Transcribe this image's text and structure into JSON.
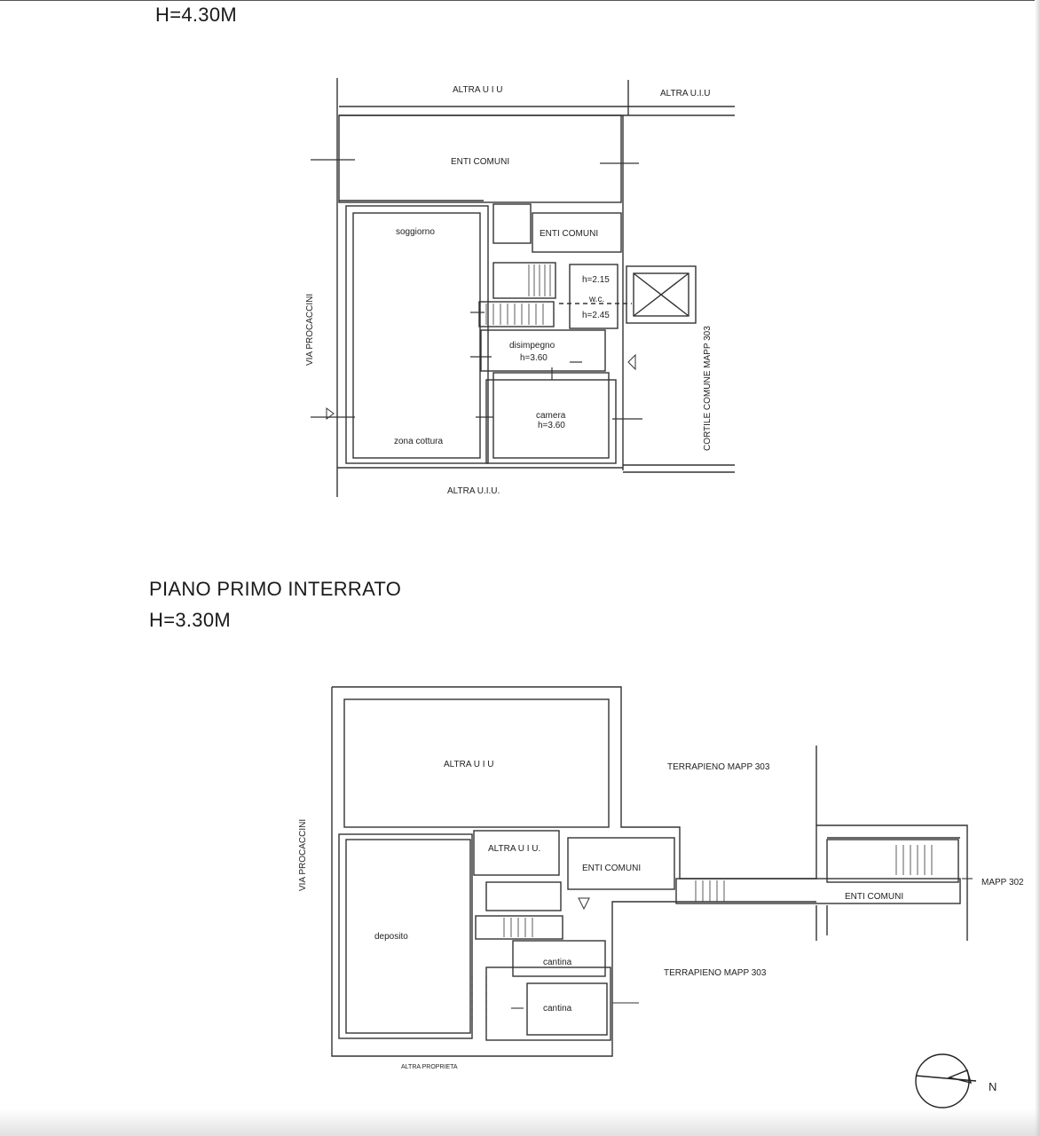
{
  "headings": {
    "upper_height": "H=4.30M",
    "basement_title": "PIANO PRIMO INTERRATO",
    "basement_height": "H=3.30M"
  },
  "ground_plan": {
    "altra_uiu_top": "ALTRA U I U",
    "altra_uiu_top_right": "ALTRA U.I.U",
    "enti_comuni_top": "ENTI COMUNI",
    "enti_comuni_mid": "ENTI COMUNI",
    "soggiorno": "soggiorno",
    "h_215": "h=2.15",
    "wc": "w.c.",
    "h_245": "h=2.45",
    "disimpegno": "disimpegno",
    "disimpegno_h": "h=3.60",
    "camera": "camera",
    "camera_h": "h=3.60",
    "zona_cottura": "zona cottura",
    "via": "VIA PROCACCINI",
    "cortile": "CORTILE COMUNE MAPP 303",
    "altra_uiu_bottom": "ALTRA U.I.U."
  },
  "basement_plan": {
    "altra_uiu_big": "ALTRA U I U",
    "terrapieno_top": "TERRAPIENO MAPP 303",
    "via": "VIA PROCACCINI",
    "altra_uiu_small": "ALTRA U I U.",
    "enti_comuni_center": "ENTI COMUNI",
    "enti_comuni_corridor": "ENTI COMUNI",
    "mapp_302": "MAPP 302",
    "deposito": "deposito",
    "cantina_1": "cantina",
    "cantina_2": "cantina",
    "terrapieno_bottom": "TERRAPIENO MAPP 303",
    "altra_proprieta": "ALTRA PROPRIETA",
    "north": "N"
  }
}
